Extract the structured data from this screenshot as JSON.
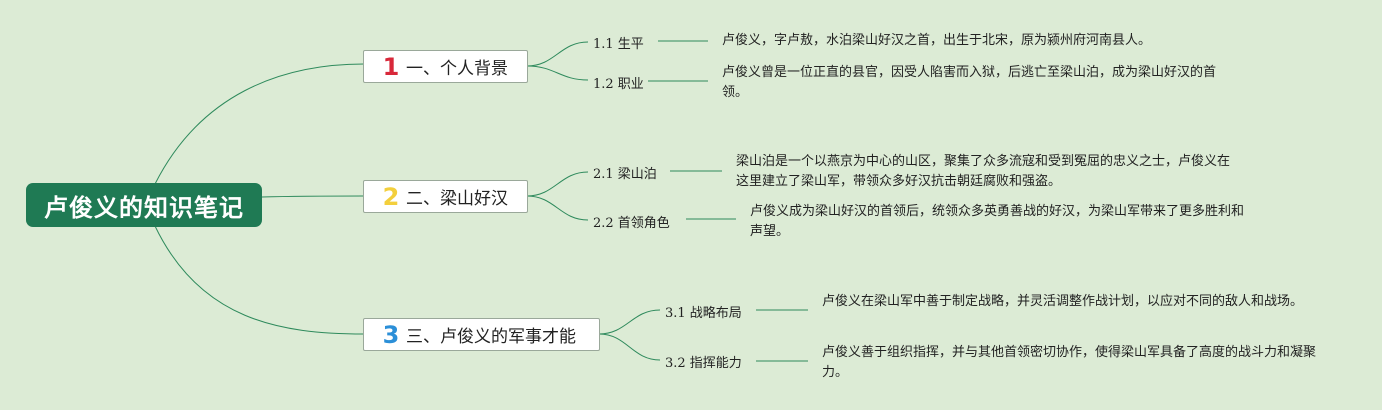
{
  "root": {
    "title": "卢俊义的知识笔记"
  },
  "branches": [
    {
      "number": "1",
      "number_color": "#d8283a",
      "label": "一、个人背景",
      "items": [
        {
          "label": "1.1 生平",
          "text": "卢俊义，字卢敖，水泊梁山好汉之首，出生于北宋，原为颍州府河南县人。"
        },
        {
          "label": "1.2 职业",
          "text": "卢俊义曾是一位正直的县官，因受人陷害而入狱，后逃亡至梁山泊，成为梁山好汉的首领。"
        }
      ]
    },
    {
      "number": "2",
      "number_color": "#f3cf3c",
      "label": "二、梁山好汉",
      "items": [
        {
          "label": "2.1 梁山泊",
          "text": "梁山泊是一个以燕京为中心的山区，聚集了众多流寇和受到冤屈的忠义之士，卢俊义在这里建立了梁山军，带领众多好汉抗击朝廷腐败和强盗。"
        },
        {
          "label": "2.2 首领角色",
          "text": "卢俊义成为梁山好汉的首领后，统领众多英勇善战的好汉，为梁山军带来了更多胜利和声望。"
        }
      ]
    },
    {
      "number": "3",
      "number_color": "#2b8fd8",
      "label": "三、卢俊义的军事才能",
      "items": [
        {
          "label": "3.1 战略布局",
          "text": "卢俊义在梁山军中善于制定战略，并灵活调整作战计划，以应对不同的敌人和战场。"
        },
        {
          "label": "3.2 指挥能力",
          "text": "卢俊义善于组织指挥，并与其他首领密切协作，使得梁山军具备了高度的战斗力和凝聚力。"
        }
      ]
    }
  ],
  "colors": {
    "background": "#dcebd5",
    "root_fill": "#1f7a54",
    "line": "#2e8a5c"
  }
}
